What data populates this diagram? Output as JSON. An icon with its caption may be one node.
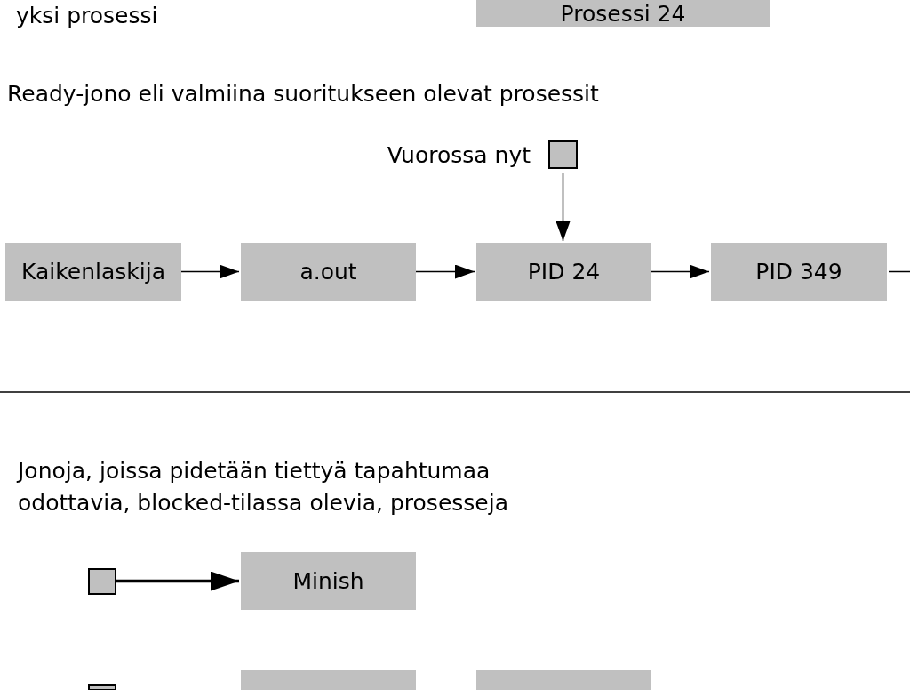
{
  "diagram": {
    "nodes": [
      {
        "text": [
          "Prosessi 24"
        ]
      },
      {
        "text": [],
        "shape": "box",
        "beside": [
          "Vuorossa nyt"
        ]
      },
      {
        "text": [
          "Kaikenlaskija"
        ]
      },
      {
        "text": [
          "a.out"
        ]
      },
      {
        "text": [
          "PID 24"
        ]
      },
      {
        "text": [
          "PID 349"
        ]
      },
      {
        "text": [],
        "shape": "box"
      },
      {
        "text": [
          "Minish"
        ]
      },
      {
        "text": [],
        "shape": "box"
      },
      {
        "text": [],
        "shape": "box"
      },
      {
        "text": [],
        "shape": "box"
      }
    ],
    "edges": [
      {
        "from": 1,
        "to": 4,
        "arrow": "to"
      },
      {
        "from": 2,
        "to": 3,
        "arrow": "to"
      },
      {
        "from": 3,
        "to": 4,
        "arrow": "to"
      },
      {
        "from": 4,
        "to": 5,
        "arrow": "to"
      },
      {
        "from": 5,
        "to": null,
        "arrow": "none"
      },
      {
        "from": 6,
        "to": 7,
        "arrow": "to",
        "style": "thick"
      }
    ],
    "labels": [
      "yksi prosessi",
      "Ready-jono eli valmiina suoritukseen olevat prosessit",
      "Jonoja, joissa pidetään tiettyä tapahtumaa odottavia, blocked-tilassa olevia, prosesseja"
    ]
  }
}
